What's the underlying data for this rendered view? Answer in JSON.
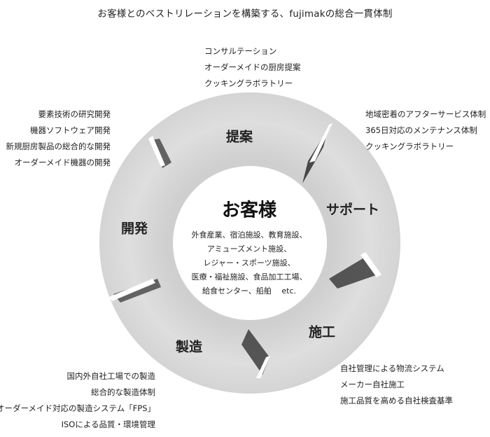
{
  "title": "お客様とのベストリレーションを構築する、fujimakの総合一貫体制",
  "center": {
    "title": "お客様",
    "lines": [
      "外食産業、宿泊施設、教育施設、",
      "アミューズメント施設、",
      "レジャー・スポーツ施設、",
      "医療・福祉施設、食品加工工場、",
      "給食センター、船舶　 etc."
    ]
  },
  "segments": {
    "proposal": "提案",
    "support": "サポート",
    "construction": "施工",
    "manufacturing": "製造",
    "development": "開発"
  },
  "details": {
    "proposal": [
      "コンサルテーション",
      "オーダーメイドの厨房提案",
      "クッキングラボラトリー"
    ],
    "support": [
      "地域密着のアフターサービス体制",
      "365日対応のメンテナンス体制",
      "クッキングラボラトリー"
    ],
    "construction": [
      "自社管理による物流システム",
      "メーカー自社施工",
      "施工品質を高める自社検査基準"
    ],
    "manufacturing": [
      "国内外自社工場での製造",
      "総合的な製造体制",
      "オーダーメイド対応の製造システム「FPS」",
      "ISOによる品質・環境管理"
    ],
    "development": [
      "要素技術の研究開発",
      "機器ソフトウェア開発",
      "新規厨房製品の総合的な開発",
      "オーダーメイド機器の開発"
    ]
  },
  "colors": {
    "ring": "#dcdcdc",
    "shadow": "#3a3a3a",
    "text": "#222222",
    "background": "#ffffff"
  }
}
